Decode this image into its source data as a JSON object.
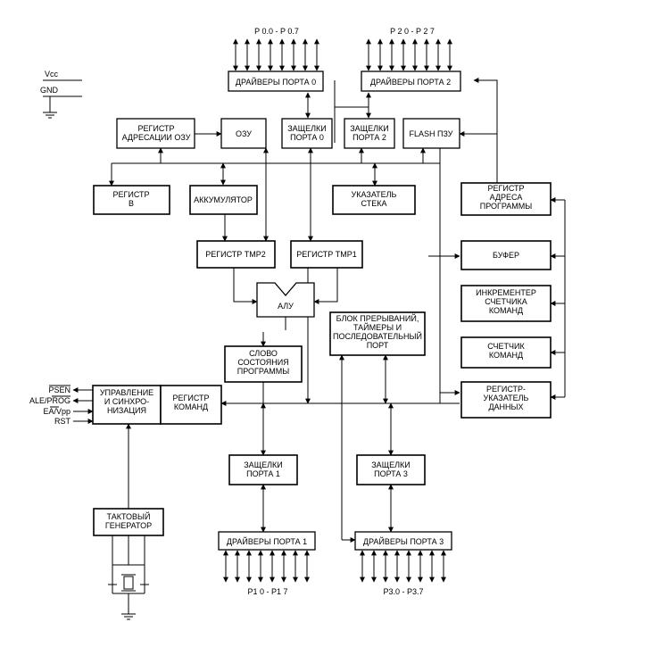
{
  "blocks": {
    "drivers_p0": [
      "ДРАЙВЕРЫ ПОРТА 0"
    ],
    "drivers_p2": [
      "ДРАЙВЕРЫ ПОРТА 2"
    ],
    "ram_addr_reg": [
      "РЕГИСТР",
      "АДРЕСАЦИИ ОЗУ"
    ],
    "ram": [
      "ОЗУ"
    ],
    "latch_p0": [
      "ЗАЩЕЛКИ",
      "ПОРТА 0"
    ],
    "latch_p2": [
      "ЗАЩЕЛКИ",
      "ПОРТА 2"
    ],
    "flash": [
      "FLASH ПЗУ"
    ],
    "reg_b": [
      "РЕГИСТР",
      "В"
    ],
    "accumulator": [
      "АККУМУЛЯТОР"
    ],
    "stack_ptr": [
      "УКАЗАТЕЛЬ",
      "СТЕКА"
    ],
    "prog_addr_reg": [
      "РЕГИСТР",
      "АДРЕСА",
      "ПРОГРАММЫ"
    ],
    "tmp2": [
      "РЕГИСТР ТМР2"
    ],
    "tmp1": [
      "РЕГИСТР ТМР1"
    ],
    "buffer": [
      "БУФЕР"
    ],
    "alu": [
      "АЛУ"
    ],
    "pc_incr": [
      "ИНКРЕМЕНТЕР",
      "СЧЕТЧИКА",
      "КОМАНД"
    ],
    "interrupts": [
      "БЛОК ПРЕРЫВАНИЙ,",
      "ТАЙМЕРЫ И",
      "ПОСЛЕДОВАТЕЛЬНЫЙ",
      "ПОРТ"
    ],
    "psw": [
      "СЛОВО",
      "СОСТОЯНИЯ",
      "ПРОГРАММЫ"
    ],
    "pc": [
      "СЧЕТЧИК",
      "КОМАНД"
    ],
    "control": [
      "УПРАВЛЕНИЕ",
      "И СИНХРО-",
      "НИЗАЦИЯ"
    ],
    "instr_reg": [
      "РЕГИСТР",
      "КОМАНД"
    ],
    "dptr": [
      "РЕГИСТР-",
      "УКАЗАТЕЛЬ",
      "ДАННЫХ"
    ],
    "latch_p1": [
      "ЗАЩЕЛКИ",
      "ПОРТА 1"
    ],
    "latch_p3": [
      "ЗАЩЕЛКИ",
      "ПОРТА 3"
    ],
    "clock_gen": [
      "ТАКТОВЫЙ",
      "ГЕНЕРАТОР"
    ],
    "drivers_p1": [
      "ДРАЙВЕРЫ ПОРТА 1"
    ],
    "drivers_p3": [
      "ДРАЙВЕРЫ ПОРТА 3"
    ]
  },
  "ports": {
    "p0": "P 0.0 - P 0.7",
    "p2": "P 2 0 - P 2 7",
    "p1": "P1 0 - P1 7",
    "p3": "P3.0 - P3.7"
  },
  "power": {
    "vcc": "Vcc",
    "gnd": "GND"
  },
  "pins": {
    "psen": "PSEN",
    "ale": "ALE/PROG",
    "ea": "EA/Vpp",
    "rst": "RST"
  }
}
